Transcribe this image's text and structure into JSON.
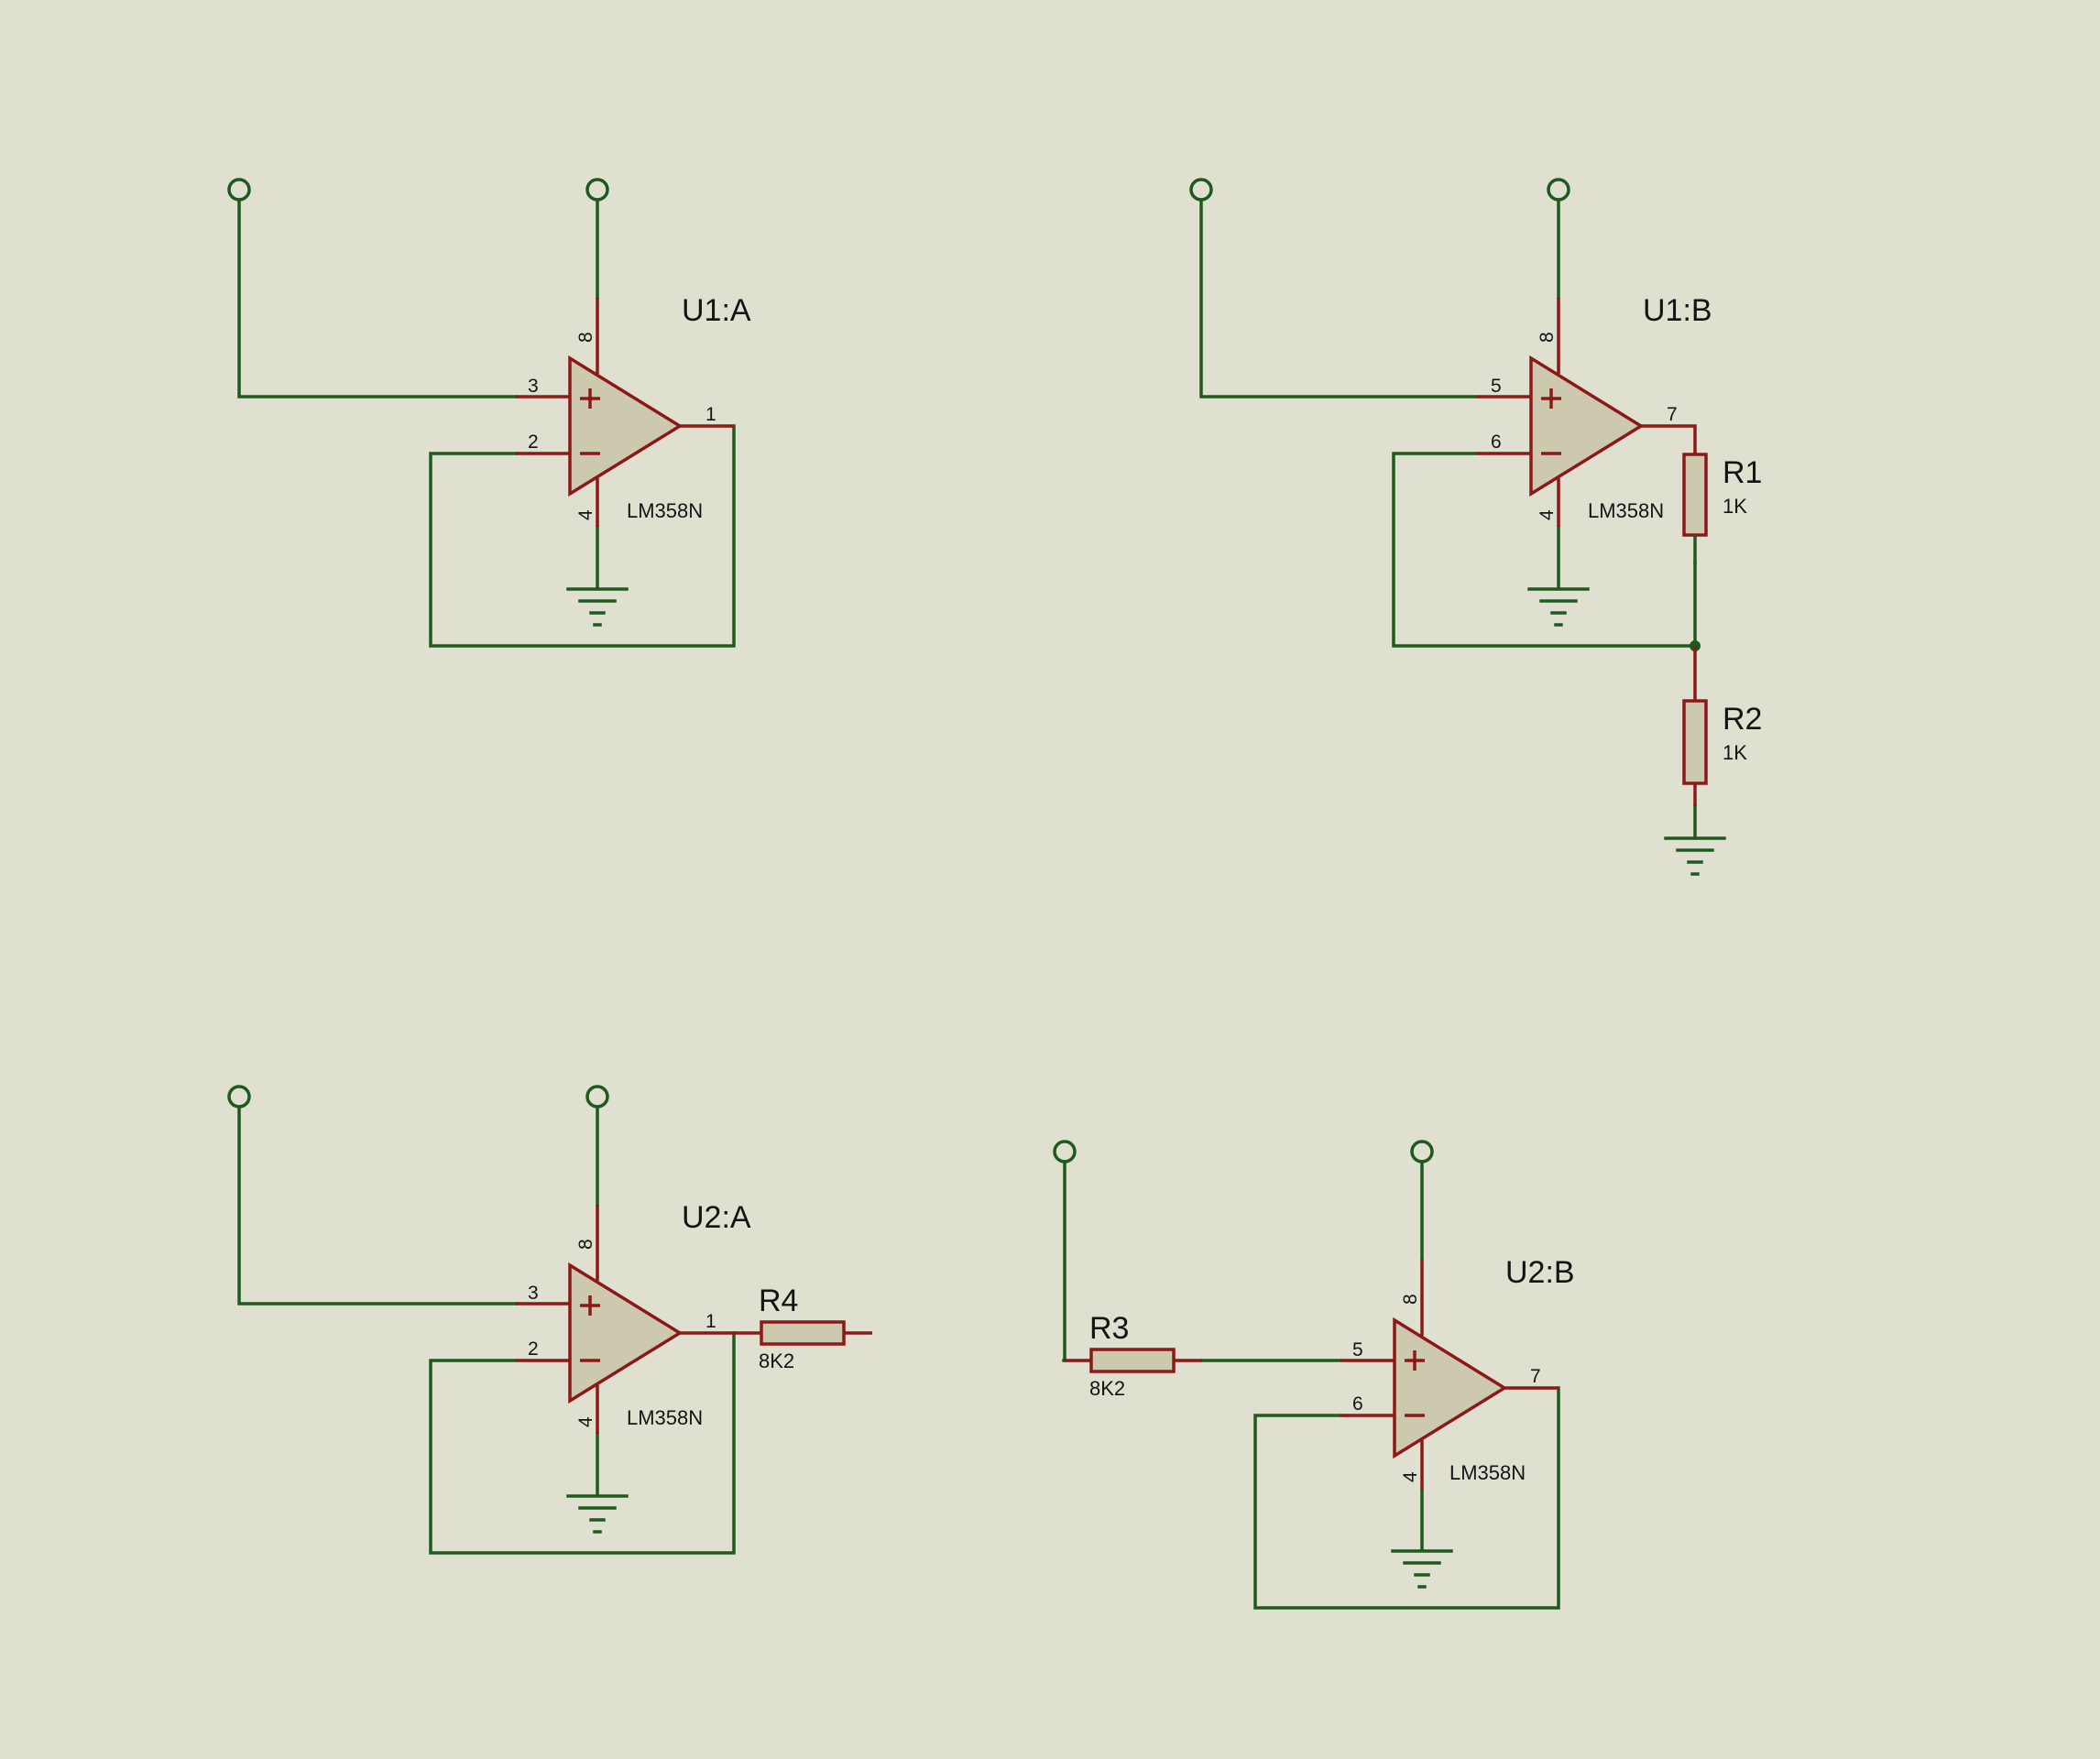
{
  "amplifiers": [
    {
      "id": "u1a",
      "ref": "U1:A",
      "part": "LM358N",
      "pin_plus": "3",
      "pin_minus": "2",
      "pin_out": "1",
      "pin_vcc": "8",
      "pin_gnd": "4"
    },
    {
      "id": "u1b",
      "ref": "U1:B",
      "part": "LM358N",
      "pin_plus": "5",
      "pin_minus": "6",
      "pin_out": "7",
      "pin_vcc": "8",
      "pin_gnd": "4"
    },
    {
      "id": "u2a",
      "ref": "U2:A",
      "part": "LM358N",
      "pin_plus": "3",
      "pin_minus": "2",
      "pin_out": "1",
      "pin_vcc": "8",
      "pin_gnd": "4"
    },
    {
      "id": "u2b",
      "ref": "U2:B",
      "part": "LM358N",
      "pin_plus": "5",
      "pin_minus": "6",
      "pin_out": "7",
      "pin_vcc": "8",
      "pin_gnd": "4"
    }
  ],
  "resistors": [
    {
      "id": "r1",
      "ref": "R1",
      "value": "1K"
    },
    {
      "id": "r2",
      "ref": "R2",
      "value": "1K"
    },
    {
      "id": "r3",
      "ref": "R3",
      "value": "8K2"
    },
    {
      "id": "r4",
      "ref": "R4",
      "value": "8K2"
    }
  ],
  "colors": {
    "background": "#e0e0d1",
    "wire": "#1e5a1e",
    "component": "#8c1818",
    "component_fill": "#cdc9af"
  }
}
